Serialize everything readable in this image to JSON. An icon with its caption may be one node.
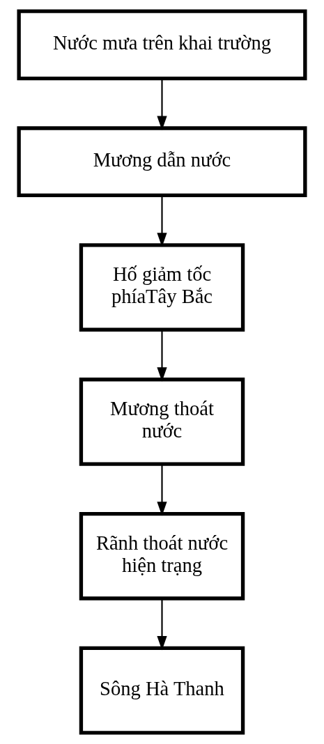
{
  "diagram": {
    "nodes": [
      {
        "text": [
          "Nước mưa trên khai trường"
        ]
      },
      {
        "text": [
          "Mương dẫn nước"
        ]
      },
      {
        "text": [
          "Hố giảm tốc phíaTây Bắc"
        ]
      },
      {
        "text": [
          "Mương thoát nước"
        ]
      },
      {
        "text": [
          "Rãnh thoát nước hiện trạng"
        ]
      },
      {
        "text": [
          "Sông Hà Thanh"
        ]
      }
    ],
    "edges": [
      {
        "from": 0,
        "to": 1,
        "arrow": "to"
      },
      {
        "from": 1,
        "to": 2,
        "arrow": "to"
      },
      {
        "from": 2,
        "to": 3,
        "arrow": "to"
      },
      {
        "from": 3,
        "to": 4,
        "arrow": "to"
      },
      {
        "from": 4,
        "to": 5,
        "arrow": "to"
      }
    ]
  }
}
